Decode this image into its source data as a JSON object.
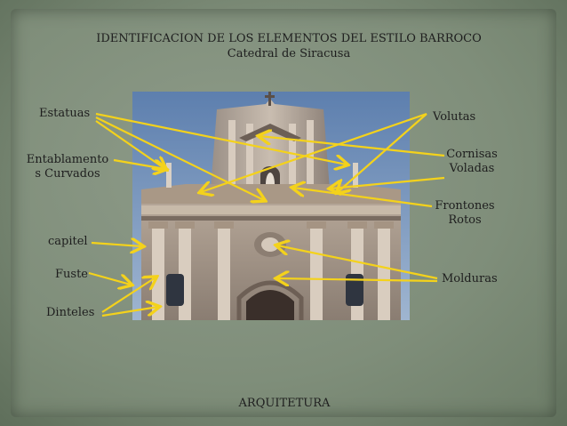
{
  "slide": {
    "title": "IDENTIFICACION DE LOS ELEMENTOS DEL ESTILO BARROCO",
    "subtitle": "Catedral de Siracusa",
    "footer": "ARQUITETURA"
  },
  "labels": {
    "estatuas": "Estatuas",
    "entablamento_1": "Entablamento",
    "entablamento_2": "s Curvados",
    "capitel": "capitel",
    "fuste": "Fuste",
    "dinteles": "Dinteles",
    "volutas": "Volutas",
    "cornisas_1": "Cornisas",
    "cornisas_2": "Voladas",
    "frontones_1": "Frontones",
    "frontones_2": "Rotos",
    "molduras": "Molduras"
  },
  "colors": {
    "arrow": "#f4d21b",
    "background": "#7f8e7a",
    "text": "#1e1e1e",
    "sky": "#6f8fb8"
  }
}
